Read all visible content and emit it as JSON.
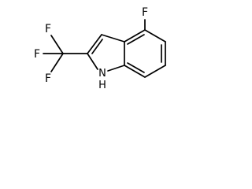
{
  "molecule": {
    "atoms": {
      "fluorine_aromatic": "F",
      "fluorine_cf3_top": "F",
      "fluorine_cf3_left": "F",
      "fluorine_cf3_bottom": "F",
      "nitrogen": "N",
      "nitrogen_hydrogen": "H"
    }
  }
}
